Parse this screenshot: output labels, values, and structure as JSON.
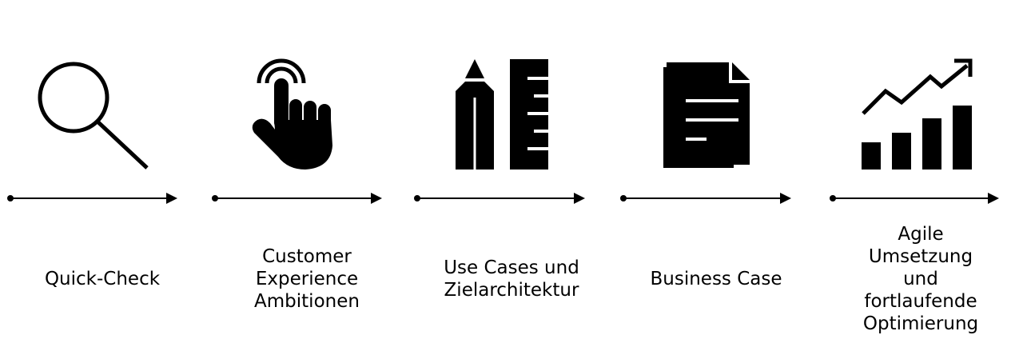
{
  "steps": [
    {
      "label": "Quick-Check",
      "icon": "magnifier-icon"
    },
    {
      "label": "Customer\nExperience\nAmbitionen",
      "icon": "tap-hand-icon"
    },
    {
      "label": "Use Cases und\nZielarchitektur",
      "icon": "pencil-ruler-icon"
    },
    {
      "label": "Business Case",
      "icon": "document-icon"
    },
    {
      "label": "Agile\nUmsetzung\nund\nfortlaufende\nOptimierung",
      "icon": "growth-chart-icon"
    }
  ],
  "colors": {
    "foreground": "#000000",
    "background": "#ffffff"
  }
}
